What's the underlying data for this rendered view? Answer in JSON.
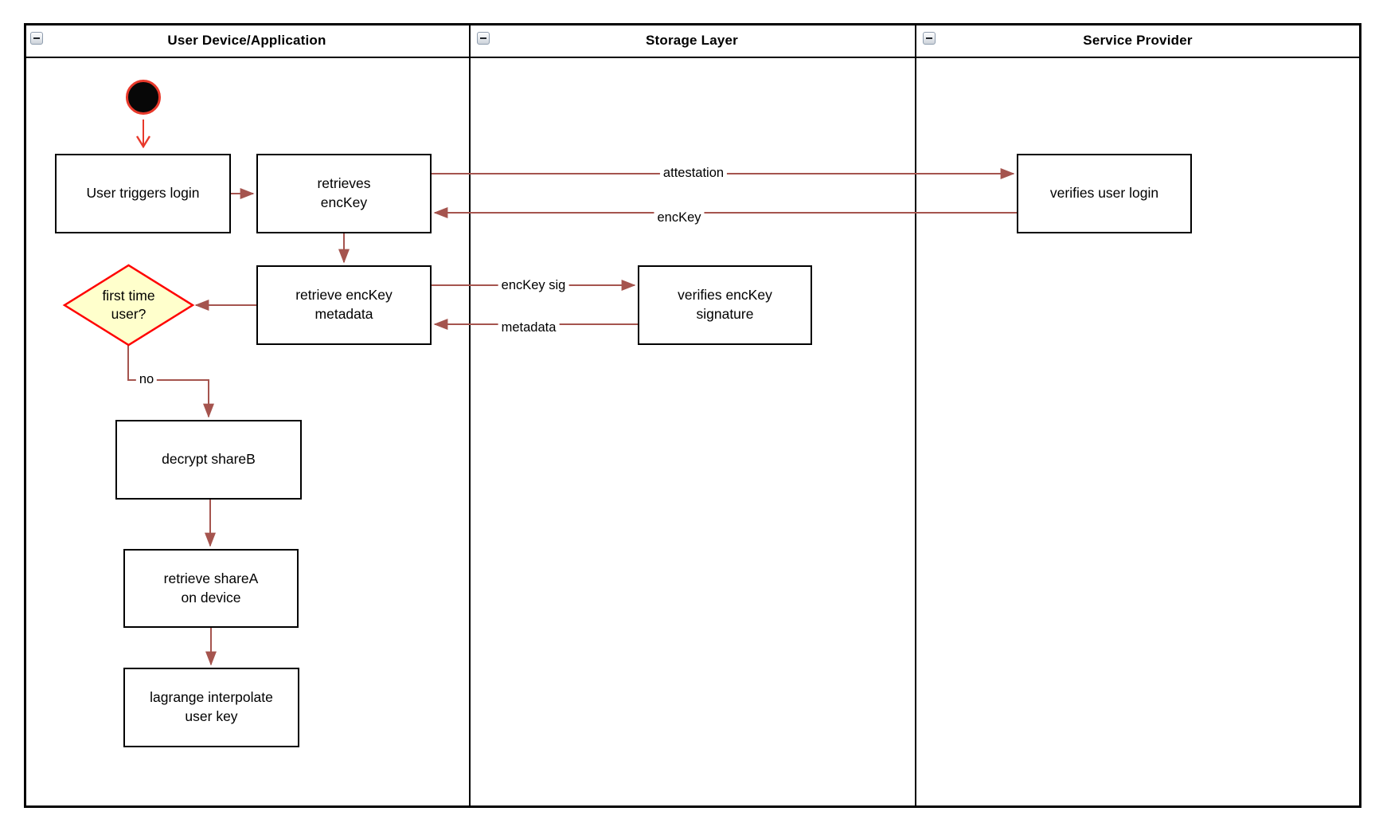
{
  "lanes": [
    {
      "title": "User Device/Application"
    },
    {
      "title": "Storage Layer"
    },
    {
      "title": "Service Provider"
    }
  ],
  "icons": {
    "collapse": "minus-square"
  },
  "nodes": {
    "start": {
      "type": "initial-node"
    },
    "user_triggers_login": {
      "label": "User triggers login"
    },
    "retrieves_enckey": {
      "label": "retrieves\nencKey"
    },
    "retrieve_enckey_metadata": {
      "label": "retrieve encKey\nmetadata"
    },
    "first_time_user": {
      "label": "first time\nuser?"
    },
    "decrypt_shareb": {
      "label": "decrypt shareB"
    },
    "retrieve_sharea": {
      "label": "retrieve shareA\non device"
    },
    "lagrange_interpolate": {
      "label": "lagrange interpolate\nuser key"
    },
    "verifies_enckey_signature": {
      "label": "verifies encKey\nsignature"
    },
    "verifies_user_login": {
      "label": "verifies user login"
    }
  },
  "edges": {
    "attestation": {
      "label": "attestation"
    },
    "enckey": {
      "label": "encKey"
    },
    "enckey_sig": {
      "label": "encKey sig"
    },
    "metadata": {
      "label": "metadata"
    },
    "no": {
      "label": "no"
    }
  },
  "colors": {
    "connector": "#a5544e",
    "accent_red": "#ee3a2b",
    "decision_fill": "#ffffcc",
    "decision_stroke": "#ff0000",
    "line_black": "#000000"
  }
}
